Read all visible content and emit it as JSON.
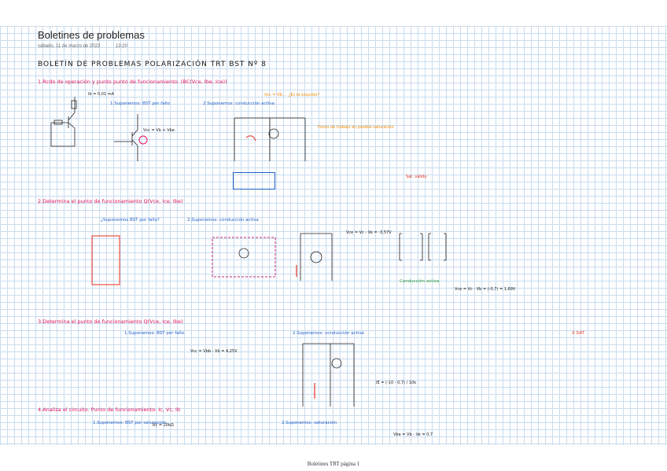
{
  "page": {
    "title": "Boletines de problemas",
    "date": "sábado, 11 de marzo de 2023",
    "time": "13:20",
    "footer": "Boletines TRT página 1"
  },
  "notes": {
    "main_heading": "BOLETÍN DE PROBLEMAS POLARIZACIÓN TRT BST Nº 8",
    "p1": "1.Rcdo de operación y punto punto de funcionamiento. (BC(Vce, Ibe, Ice))",
    "p2": "2.Determina el punto de funcionamiento Q(Vce, Ice, Ibe)",
    "p3": "3.Determina el punto de funcionamiento Q(Vce, Ice, Ibe)",
    "p4": "4.Analiza el circuito. Punto de funcionamiento. Ic, Vc, Ib",
    "s1": "1.Suponemos: BST por fallo",
    "s2": "2.Suponemos: conducción activa",
    "s3": "¿Suponemos BST por fallo?",
    "s4": "2.Suponemos: conducción activa",
    "s5": "1.Suponemos: BST por fallo",
    "s6": "2.Suponemos: conducción activa",
    "s7": "1.Suponemos: BST por saturación",
    "s8": "2.Suponemos: saturación",
    "eq1": "Vcc = Vb + Vbe",
    "eq2": "Vce = Vc - Ve = -3,57V",
    "eq3": "Vce = Vc - Vb = (-0,7) = 1,69V",
    "eq4": "Vcc = Vbb - Vb = 4,25V",
    "eq5": "Vbe = Vb - Ve = 0,7",
    "eq6": "Ib = 0,01 mA",
    "eq7": "Rc = 10kΩ",
    "eq8": "IE = (-10 - 0,7) / 10k",
    "note_orange1": "Vcc = Vb ... ¿Es la solución?",
    "note_orange2": "Punto de trabajo en posible saturación",
    "note_red": "Sat. válido",
    "sat_label": "X SAT",
    "conclusion": "Conducción activa"
  }
}
